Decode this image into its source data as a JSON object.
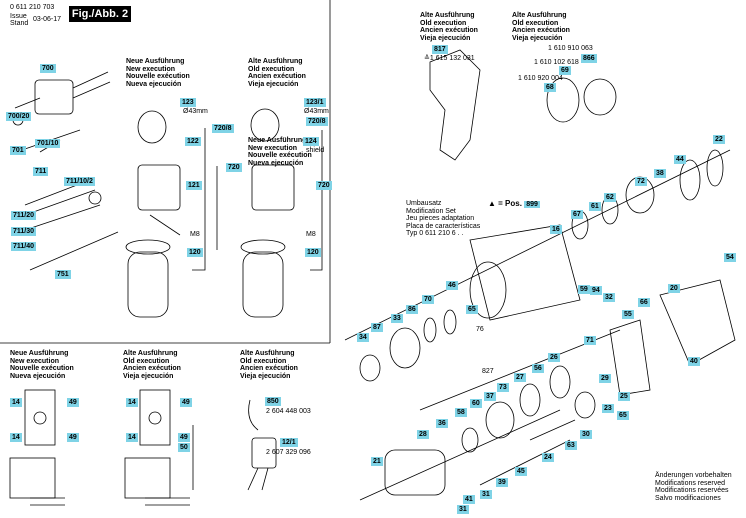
{
  "header": {
    "part_number": "0 611 210 703",
    "issue_label": "Issue",
    "stand_label": "Stand",
    "date": "03-06-17",
    "figure": "Fig./Abb. 2"
  },
  "execution_blocks": {
    "new": [
      "Neue Ausführung",
      "New execution",
      "Nouvelle exécution",
      "Nueva ejecución"
    ],
    "old": [
      "Alte Ausführung",
      "Old execution",
      "Ancien exécution",
      "Vieja ejecución"
    ],
    "old_right": [
      "Alte Ausführung",
      "Old execution",
      "Ancien exécution",
      "Vieja ejecución"
    ],
    "new_2": [
      "Neue Ausführung",
      "New execution",
      "Nouvelle exécution",
      "Nueva ejecución"
    ]
  },
  "modification": {
    "lines": [
      "Umbausatz",
      "Modification Set",
      "Jeu pieces adaptation",
      "Placa de características"
    ],
    "typ": "Typ 0 611 210 6 . .",
    "pos_label": "= Pos.",
    "pos_value": "899"
  },
  "part_labels": {
    "p700": "700",
    "p700_20": "700/20",
    "p701": "701",
    "p701_10": "701/10",
    "p711": "711",
    "p711_10_2": "711/10/2",
    "p711_20": "711/20",
    "p711_30": "711/30",
    "p711_40": "711/40",
    "p751": "751",
    "p123": "123",
    "p122": "122",
    "p121": "121",
    "p720_8": "720/8",
    "p720": "720",
    "p120": "120",
    "p123_1": "123/1",
    "p124": "124",
    "p720_8b": "720/8",
    "p720b": "720",
    "p120b": "120",
    "p817": "817",
    "p69": "69",
    "p866": "866",
    "p68": "68",
    "p22": "22",
    "p44": "44",
    "p38": "38",
    "p72": "72",
    "p62": "62",
    "p61": "61",
    "p67": "67",
    "p16": "16",
    "p54": "54",
    "p20": "20",
    "p66": "66",
    "p55": "55",
    "p40": "40",
    "p32": "32",
    "p94": "94",
    "p59": "59",
    "p46": "46",
    "p70": "70",
    "p86": "86",
    "p65": "65",
    "p33": "33",
    "p87": "87",
    "p34": "34",
    "p76": "76",
    "p26": "26",
    "p56": "56",
    "p71": "71",
    "p29": "29",
    "p25": "25",
    "p23": "23",
    "p30": "30",
    "p63": "63",
    "p24": "24",
    "p45": "45",
    "p27": "27",
    "p73": "73",
    "p37": "37",
    "p60": "60",
    "p58": "58",
    "p36": "36",
    "p28": "28",
    "p21": "21",
    "p39": "39",
    "p41": "41",
    "p31": "31",
    "p14a": "14",
    "p49a": "49",
    "p14b": "14",
    "p49b": "49",
    "p14c": "14",
    "p49c": "49",
    "p14d": "14",
    "p49d": "49",
    "p50": "50",
    "p850": "850",
    "p12_1": "12/1"
  },
  "texts": {
    "t43mm_a": "Ø43mm",
    "t43mm_b": "Ø43mm",
    "t_shield": "shield",
    "t_m8_a": "M8",
    "t_m8_b": "M8",
    "t817_num": "≙1 615 132 031",
    "t_1610910063": "1 610 910 063",
    "t_1610102618": "1 610 102 618",
    "t_1610920004": "1 610 920 004",
    "t827": "827",
    "t850_num": "2 604 448 003",
    "t12_1_num": "2 607 329 096"
  },
  "footer": [
    "Änderungen vorbehalten",
    "Modifications reserved",
    "Modifications reservées",
    "Salvo modificaciones"
  ]
}
